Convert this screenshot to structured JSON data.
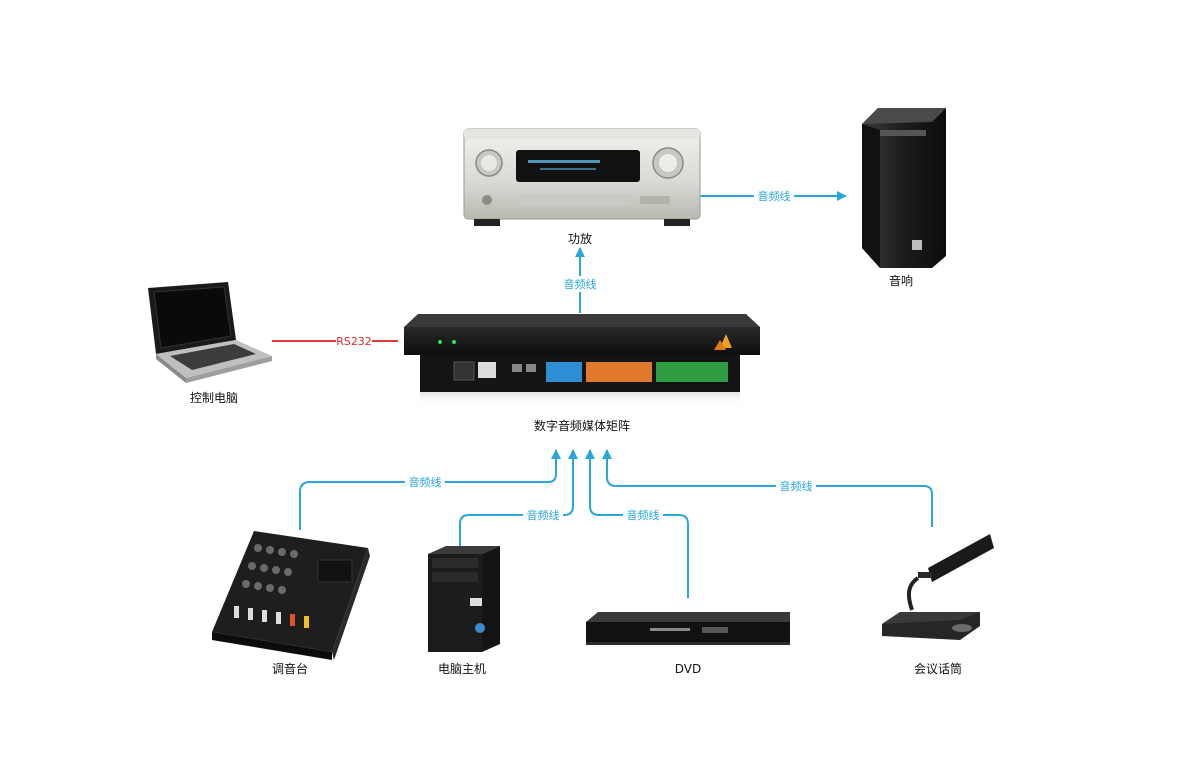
{
  "colors": {
    "audio_line": "#29a6dc",
    "control_line": "#e03a3a",
    "control_text": "#d62e2e",
    "label_text": "#111111"
  },
  "devices": {
    "amplifier": {
      "label": "功放"
    },
    "speaker": {
      "label": "音响"
    },
    "control_pc": {
      "label": "控制电脑"
    },
    "matrix": {
      "label": "数字音频媒体矩阵"
    },
    "mixer": {
      "label": "调音台"
    },
    "pc_host": {
      "label": "电脑主机"
    },
    "dvd": {
      "label": "DVD"
    },
    "mic": {
      "label": "会议话筒"
    }
  },
  "connections": {
    "matrix_to_amp": {
      "label": "音频线"
    },
    "amp_to_speaker": {
      "label": "音频线"
    },
    "pc_to_matrix": {
      "label": "RS232"
    },
    "mixer_to_matrix": {
      "label": "音频线"
    },
    "host_to_matrix": {
      "label": "音频线"
    },
    "dvd_to_matrix": {
      "label": "音频线"
    },
    "mic_to_matrix": {
      "label": "音频线"
    }
  },
  "icons": {
    "amplifier": "amplifier-icon",
    "speaker": "speaker-icon",
    "laptop": "laptop-icon",
    "matrix": "audio-matrix-icon",
    "mixer": "mixer-icon",
    "tower": "pc-tower-icon",
    "dvd": "dvd-player-icon",
    "mic": "conference-mic-icon"
  }
}
